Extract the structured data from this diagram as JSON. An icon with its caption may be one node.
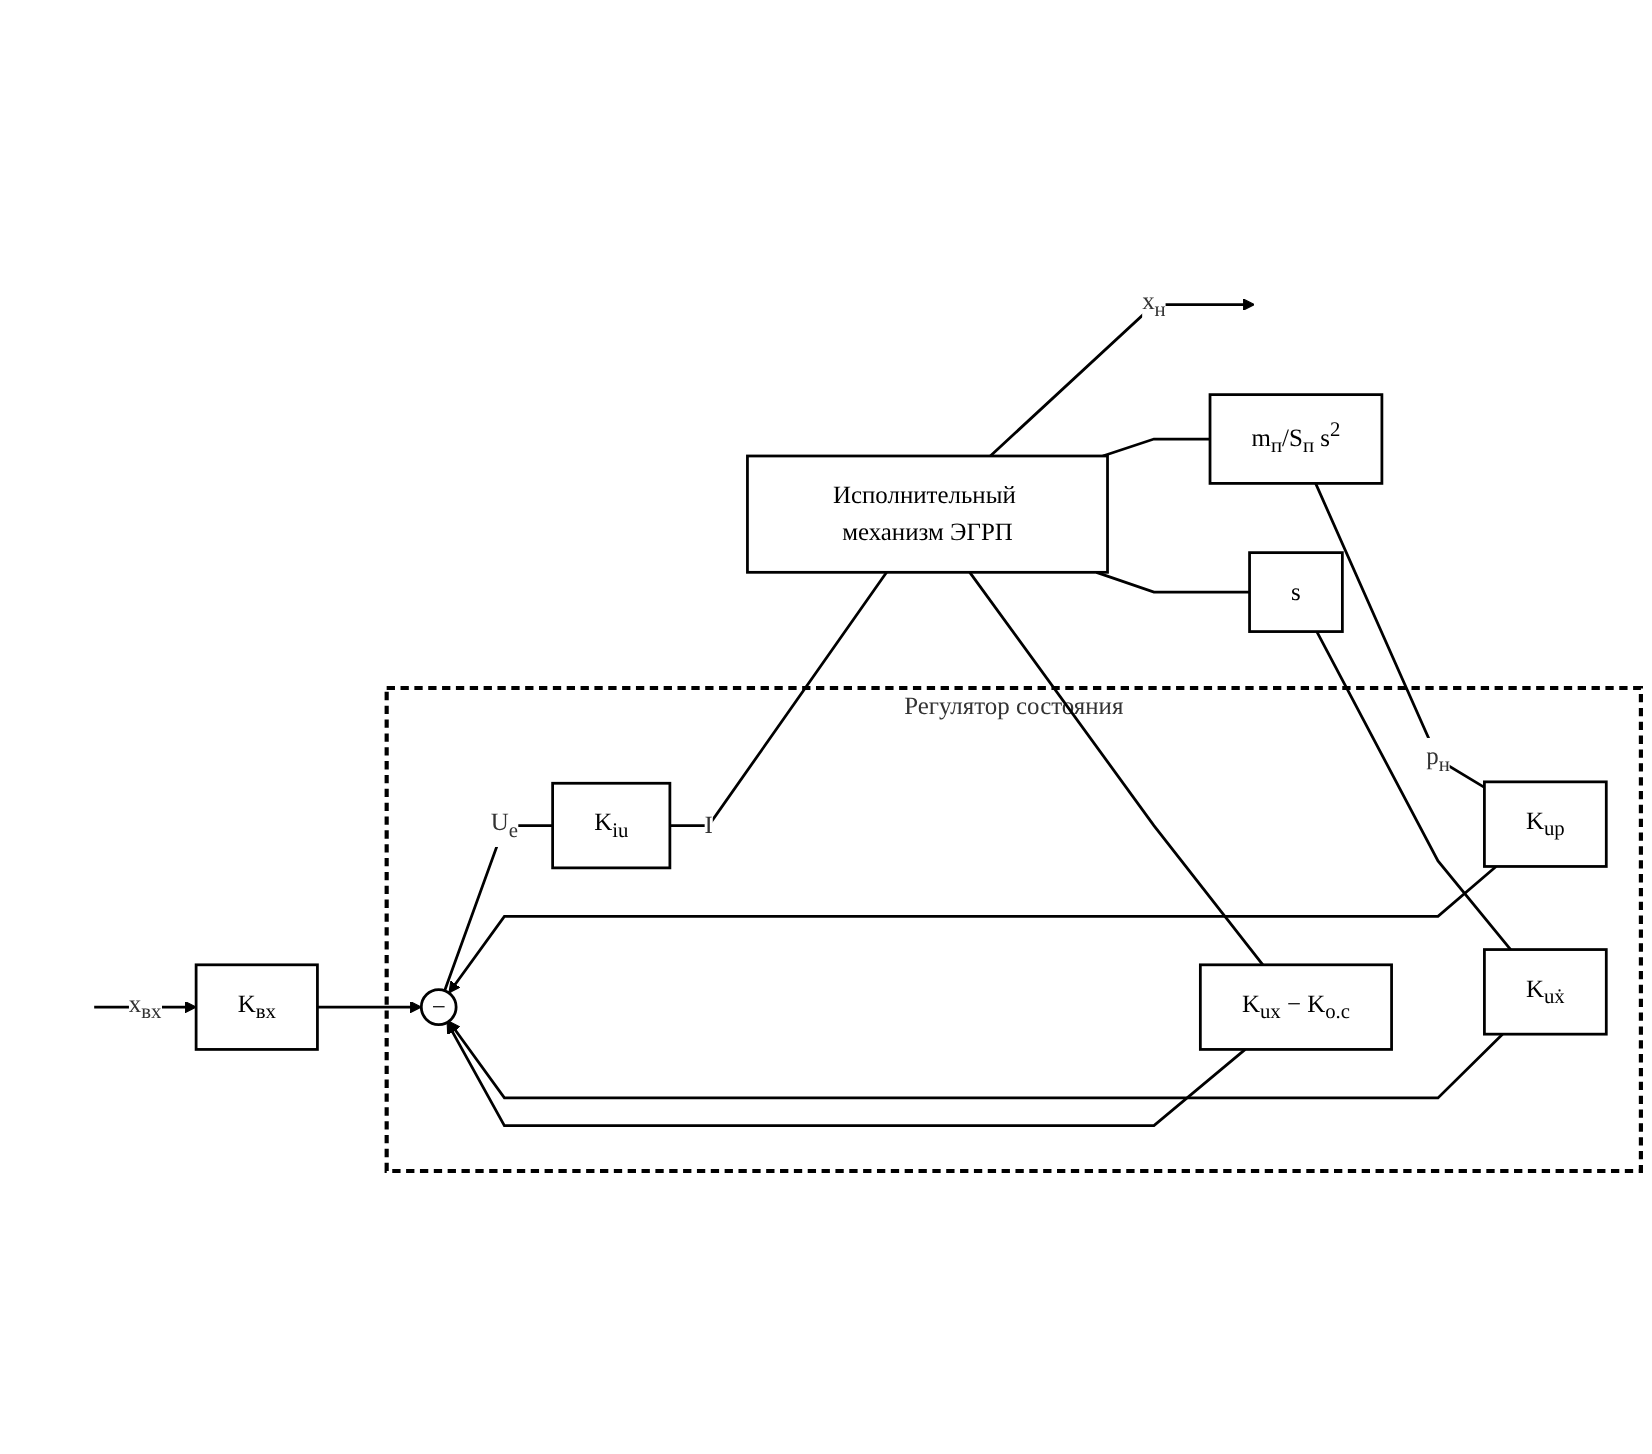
{
  "diagram": {
    "nodes": [
      {
        "text": [
          "K$_{вх}$"
        ]
      },
      {
        "text": [
          "Регулятор состояния"
        ]
      },
      {
        "text": [
          "−"
        ],
        "in": 1
      },
      {
        "text": [
          "K$_{iu}$"
        ],
        "in": 1
      },
      {
        "text": [
          "Исполнительный механизм ЭГРП"
        ]
      },
      {
        "text": [
          "K$_{up}$"
        ],
        "in": 1
      },
      {
        "text": [
          "m$_{п}$/S$_{п}$ s$^{2}$"
        ]
      },
      {
        "text": [
          "K$_{uẋ}$"
        ],
        "in": 1
      },
      {
        "text": [
          "s"
        ]
      },
      {
        "text": [
          "K$_{ux}$ − K$_{о.с}$"
        ],
        "in": 1
      }
    ],
    "edges": [
      {
        "from": null,
        "to": 0,
        "arrow": "to",
        "label": "x$_{вх}$"
      },
      {
        "from": 0,
        "to": 2,
        "arrow": "to"
      },
      {
        "from": 2,
        "to": 3,
        "arrow": "none",
        "label": "U$_{e}$"
      },
      {
        "from": 3,
        "to": 4,
        "arrow": "none",
        "label": "I"
      },
      {
        "from": 4,
        "to": null,
        "arrow": "to",
        "label": "x$_{н}$"
      },
      {
        "from": 4,
        "to": 6,
        "arrow": "none"
      },
      {
        "from": 6,
        "to": 5,
        "arrow": "none",
        "label": "p$_{н}$"
      },
      {
        "from": 5,
        "to": 2,
        "arrow": "to"
      },
      {
        "from": 4,
        "to": 8,
        "arrow": "none"
      },
      {
        "from": 8,
        "to": 7,
        "arrow": "none"
      },
      {
        "from": 7,
        "to": 2,
        "arrow": "to"
      },
      {
        "from": 4,
        "to": 9,
        "arrow": "none"
      },
      {
        "from": 9,
        "to": 2,
        "arrow": "to"
      }
    ]
  }
}
